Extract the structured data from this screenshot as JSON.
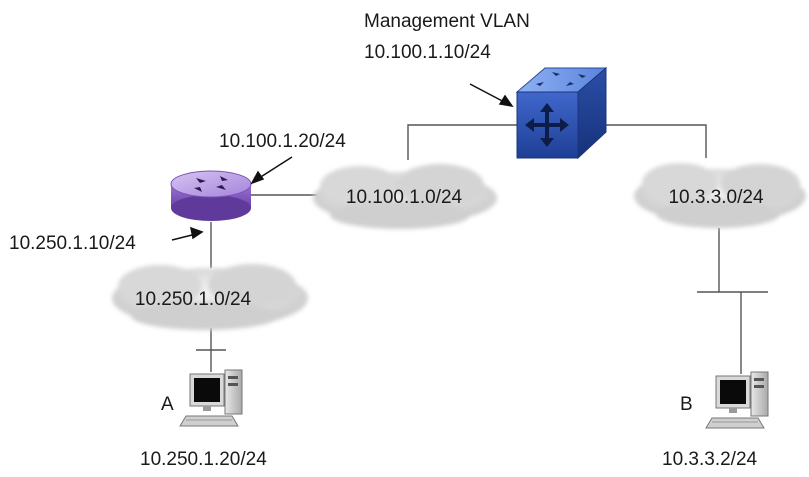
{
  "labels": {
    "mgmt_vlan": "Management VLAN",
    "mgmt_ip": "10.100.1.10/24",
    "router_ip_top": "10.100.1.20/24",
    "router_ip_left": "10.250.1.10/24",
    "cloud_center": "10.100.1.0/24",
    "cloud_right": "10.3.3.0/24",
    "cloud_left": "10.250.1.0/24",
    "host_a_letter": "A",
    "host_a_ip": "10.250.1.20/24",
    "host_b_letter": "B",
    "host_b_ip": "10.3.3.2/24"
  },
  "colors": {
    "switch_face": "#2f56b8",
    "switch_top": "#6f97ea",
    "router_body": "#8a5fc4",
    "router_top": "#b89ae4",
    "cloud": "#dcdcdc",
    "line": "#555555"
  },
  "icons": [
    "switch-icon",
    "router-icon",
    "computer-icon",
    "cloud-icon"
  ]
}
